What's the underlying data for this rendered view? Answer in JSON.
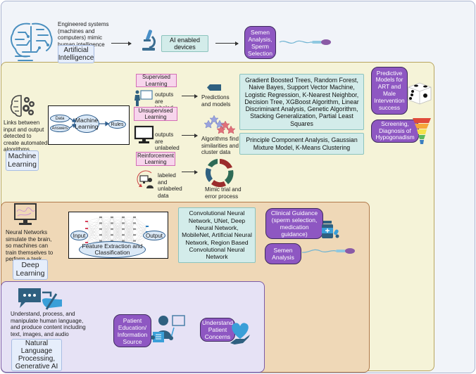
{
  "ai": {
    "description": "Engineered systems (machines and computers) mimic human intelligence",
    "label": "Artificial Intelligence",
    "devices_label": "AI enabled devices",
    "application": "Semen Analysis, Sperm Selection"
  },
  "ml": {
    "description": "Links between input and output detected to create automated algorithms",
    "label": "Machine Learning",
    "diagram": {
      "data": "Data",
      "answers": "Answers",
      "machine_learning": "Machine Learning",
      "rules": "Rules"
    },
    "types": [
      {
        "label": "Supervised Learning",
        "note": "outputs are labeled",
        "result": "Predictions and models"
      },
      {
        "label": "Unsupervised Learning",
        "note": "outputs are unlabeled",
        "result": "Algorithms find similarities and cluster data"
      },
      {
        "label": "Reinforcement Learning",
        "note": "labeled and unlabeled data",
        "result": "Mimic trial and error process"
      }
    ],
    "supervised_algorithms": "Gradient Boosted Trees, Random Forest, Naive Bayes, Support Vector Machine, Logistic Regression, K-Nearest Neighbor, Decision Tree, XGBoost Algorithm, Linear Discriminant Analysis, Genetic Algorithm, Stacking Generalization, Partial Least Squares",
    "unsupervised_algorithms": "Principle Component Analysis, Gaussian Mixture Model, K-Means Clustering",
    "applications": [
      "Predictive Models for ART and Male Intervention success",
      "Screening, Diagnosis of Hypogonadism"
    ]
  },
  "dl": {
    "description": "Neural Networks simulate the brain, so machines can train themselves to perform a task",
    "label": "Deep Learning",
    "diagram": {
      "input": "Input",
      "output": "Output",
      "feature": "Feature Extraction and Classification"
    },
    "algorithms": "Convolutional Neural Network, UNet, Deep Neural Network, MobileNet, Artificial Neural Network, Region Based Convolutional Neural Network",
    "applications": [
      "Clinical Guidance (sperm selection, medication guidance)",
      "Semen Analysis"
    ]
  },
  "nlp": {
    "description": "Understand, process, and manipulate human language, and produce content including text, images, and audio",
    "label": "Natural Language Processing, Generative AI",
    "applications": [
      "Patient Education/ Information Source",
      "Understand Patient Concerns"
    ]
  },
  "colors": {
    "ai_panel": "#f1f4f9",
    "ml_panel": "#f5f3d8",
    "dl_panel": "#efd8b7",
    "nlp_panel": "#e6e2f5",
    "application_purple": "#8e57c2",
    "algorithm_teal": "#d3ecea",
    "learning_type_pink": "#f7d5ec"
  }
}
